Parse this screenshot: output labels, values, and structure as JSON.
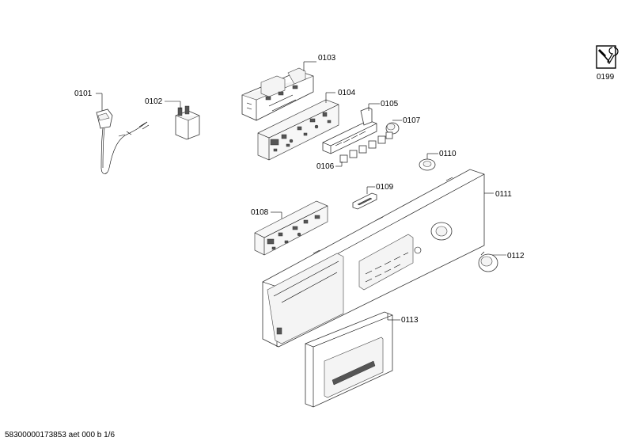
{
  "parts": [
    {
      "id": "p0101",
      "label": "0101"
    },
    {
      "id": "p0102",
      "label": "0102"
    },
    {
      "id": "p0103",
      "label": "0103"
    },
    {
      "id": "p0104",
      "label": "0104"
    },
    {
      "id": "p0105",
      "label": "0105"
    },
    {
      "id": "p0106",
      "label": "0106"
    },
    {
      "id": "p0107",
      "label": "0107"
    },
    {
      "id": "p0108",
      "label": "0108"
    },
    {
      "id": "p0109",
      "label": "0109"
    },
    {
      "id": "p0110",
      "label": "0110"
    },
    {
      "id": "p0111",
      "label": "0111"
    },
    {
      "id": "p0112",
      "label": "0112"
    },
    {
      "id": "p0113",
      "label": "0113"
    },
    {
      "id": "p0199",
      "label": "0199"
    }
  ],
  "footer": {
    "text": "58300000173853 aet 000 b 1/6"
  },
  "icons": {
    "service_tool": "wrench-screwdriver-icon"
  }
}
